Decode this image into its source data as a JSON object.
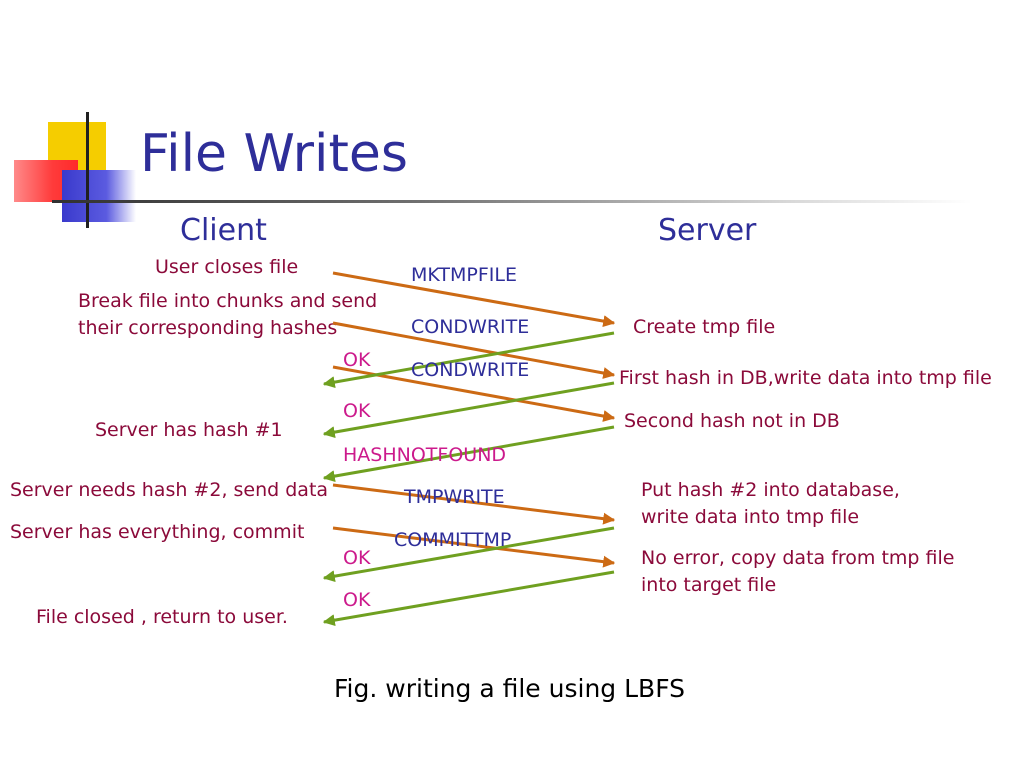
{
  "title": "File Writes",
  "columns": {
    "client": "Client",
    "server": "Server"
  },
  "client_notes": {
    "user_closes": "User closes file",
    "break_1": "Break file into chunks and send",
    "break_2": "their corresponding hashes",
    "has_hash1": "Server has hash #1",
    "needs_hash2": "Server needs hash #2, send data",
    "has_everything": "Server has everything, commit",
    "file_closed": "File closed , return to user."
  },
  "server_notes": {
    "create_tmp": "Create tmp file",
    "first_hash": "First hash in DB,write data into tmp file",
    "second_hash": "Second hash not in DB",
    "put_hash_1": "Put hash #2 into database,",
    "put_hash_2": "write data into tmp file",
    "no_error_1": "No error, copy data from tmp file",
    "no_error_2": "into target file"
  },
  "messages": {
    "mktmpfile": "MKTMPFILE",
    "condwrite_1": "CONDWRITE",
    "condwrite_2": "CONDWRITE",
    "tmpwrite": "TMPWRITE",
    "committmp": "COMMITTMP"
  },
  "responses": {
    "ok_1": "OK",
    "ok_2": "OK",
    "hashnotfound": "HASHNOTFOUND",
    "ok_3": "OK",
    "ok_4": "OK"
  },
  "caption": "Fig. writing a file using LBFS",
  "colors": {
    "title": "#2e2e99",
    "client_text": "#8b0a3a",
    "message_text": "#2e2e99",
    "response_text": "#cc1a8c",
    "request_arrow": "#cc6a14",
    "response_arrow": "#6fa020"
  }
}
